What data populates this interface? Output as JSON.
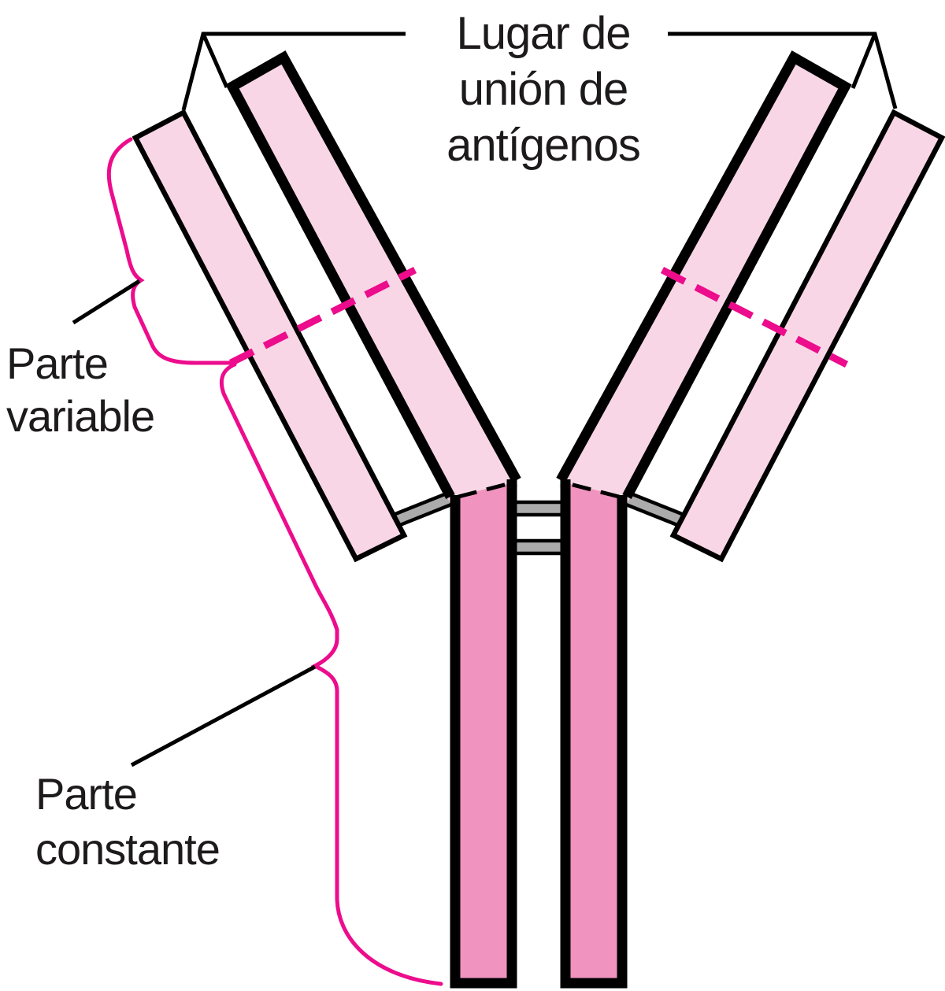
{
  "title": {
    "text": "Lugar de unión de antígenos",
    "lines": [
      "Lugar de",
      "unión de",
      "antígenos"
    ]
  },
  "annotations": {
    "variable_part": {
      "text": "Parte variable",
      "lines": [
        "Parte",
        "variable"
      ]
    },
    "constant_part": {
      "text": "Parte constante",
      "lines": [
        "Parte",
        "constante"
      ]
    }
  },
  "colors": {
    "background": "#ffffff",
    "light_pink": "#f8d6e6",
    "dark_pink": "#f094bf",
    "gray": "#ababab",
    "magenta": "#ec0c8c",
    "outline": "#000000",
    "text": "#1d1a1b"
  }
}
